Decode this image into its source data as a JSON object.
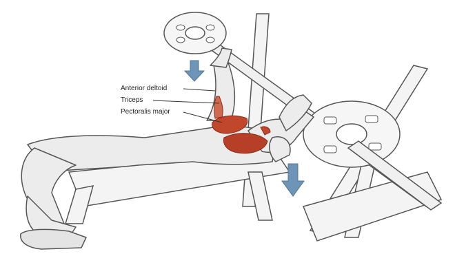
{
  "labels": {
    "anterior_deltoid": "Anterior deltoid",
    "triceps": "Triceps",
    "pectoralis_major": "Pectoralis major"
  },
  "colors": {
    "muscle": "#c0462c",
    "muscle_dark": "#8e2a18",
    "arrow": "#6e95b8",
    "outline": "#555555",
    "skin_shade": "#e9e9e9",
    "equipment": "#f4f4f4"
  },
  "icons": {
    "arrow_upper": "down-arrow-icon",
    "arrow_lower": "down-arrow-icon"
  }
}
